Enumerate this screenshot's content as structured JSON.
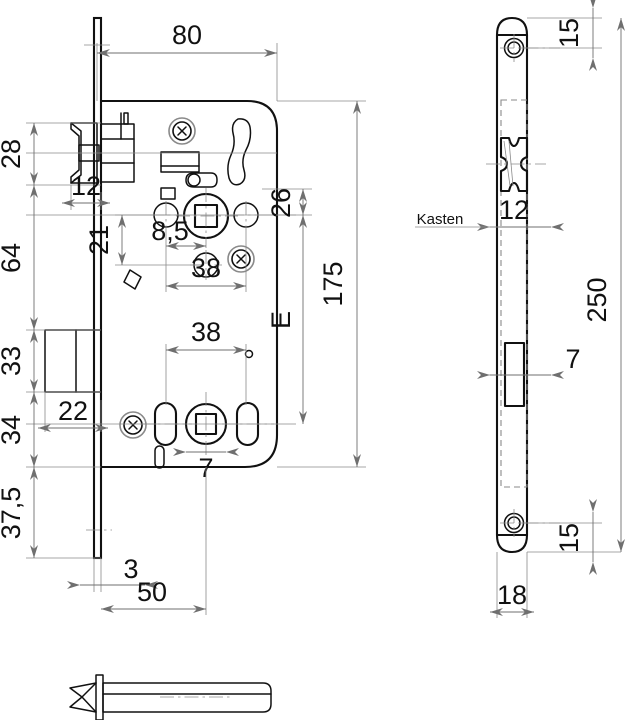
{
  "drawing": {
    "title": "Mortise lock technical drawing",
    "units": "mm",
    "stroke_color": "#111111",
    "dim_color": "#6f6f6f",
    "background": "#ffffff"
  },
  "views": {
    "front": {
      "name": "front-view",
      "label": ""
    },
    "side": {
      "name": "side-view",
      "label": "",
      "annotation": "Kasten"
    },
    "bottom": {
      "name": "bolt-profile-view",
      "label": ""
    }
  },
  "dimensions": {
    "front": [
      {
        "id": "d80",
        "value": "80",
        "orient": "h",
        "pos": "top"
      },
      {
        "id": "d28",
        "value": "28",
        "orient": "v",
        "pos": "left"
      },
      {
        "id": "d12",
        "value": "12",
        "orient": "h",
        "pos": "left"
      },
      {
        "id": "d64",
        "value": "64",
        "orient": "v",
        "pos": "left"
      },
      {
        "id": "d33",
        "value": "33",
        "orient": "v",
        "pos": "left"
      },
      {
        "id": "d22",
        "value": "22",
        "orient": "h",
        "pos": "left"
      },
      {
        "id": "d34",
        "value": "34",
        "orient": "v",
        "pos": "left"
      },
      {
        "id": "d375",
        "value": "37,5",
        "orient": "v",
        "pos": "left"
      },
      {
        "id": "d21",
        "value": "21",
        "orient": "v",
        "pos": "inner"
      },
      {
        "id": "d85",
        "value": "8,5",
        "orient": "h",
        "pos": "inner"
      },
      {
        "id": "d38a",
        "value": "38",
        "orient": "h",
        "pos": "inner"
      },
      {
        "id": "d38b",
        "value": "38",
        "orient": "h",
        "pos": "inner"
      },
      {
        "id": "d7",
        "value": "7",
        "orient": "h",
        "pos": "inner"
      },
      {
        "id": "d26",
        "value": "26",
        "orient": "v",
        "pos": "right"
      },
      {
        "id": "dE",
        "value": "E",
        "orient": "v",
        "pos": "right"
      },
      {
        "id": "d175",
        "value": "175",
        "orient": "v",
        "pos": "right"
      },
      {
        "id": "d3",
        "value": "3",
        "orient": "h",
        "pos": "bottom"
      },
      {
        "id": "d50",
        "value": "50",
        "orient": "h",
        "pos": "bottom"
      }
    ],
    "side": [
      {
        "id": "s15top",
        "value": "15",
        "orient": "v",
        "pos": "right"
      },
      {
        "id": "s12",
        "value": "12",
        "orient": "h",
        "pos": "inner"
      },
      {
        "id": "s7",
        "value": "7",
        "orient": "h",
        "pos": "inner"
      },
      {
        "id": "s250",
        "value": "250",
        "orient": "v",
        "pos": "right"
      },
      {
        "id": "s15bot",
        "value": "15",
        "orient": "v",
        "pos": "right"
      },
      {
        "id": "s18",
        "value": "18",
        "orient": "h",
        "pos": "bottom"
      }
    ]
  },
  "labels": {
    "d80": "80",
    "d28": "28",
    "d12": "12",
    "d64": "64",
    "d33": "33",
    "d22": "22",
    "d34": "34",
    "d375": "37,5",
    "d21": "21",
    "d85": "8,5",
    "d38a": "38",
    "d38b": "38",
    "d7": "7",
    "d26": "26",
    "dE": "E",
    "d175": "175",
    "d3": "3",
    "d50": "50",
    "s15top": "15",
    "s12": "12",
    "s7": "7",
    "s250": "250",
    "s15bot": "15",
    "s18": "18",
    "kasten": "Kasten"
  }
}
